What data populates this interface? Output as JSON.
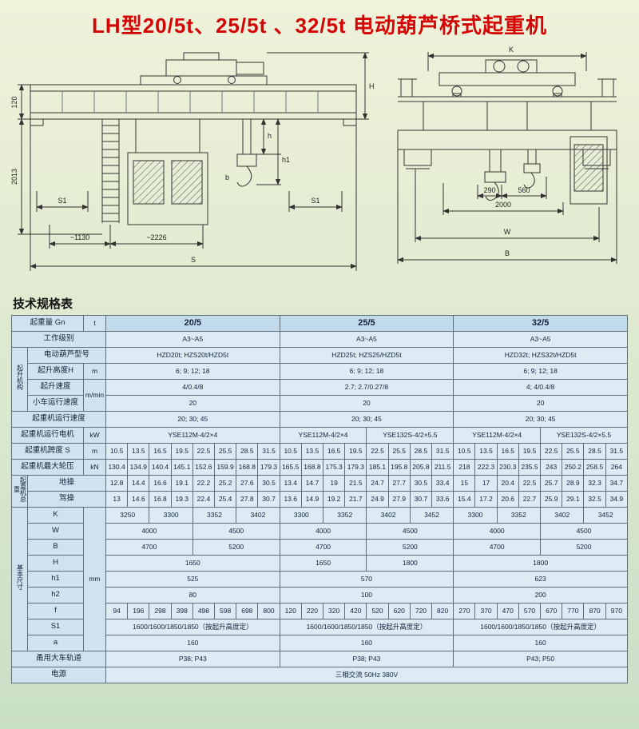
{
  "title": "LH型20/5t、25/5t 、32/5t 电动葫芦桥式起重机",
  "drawings": {
    "left": {
      "d120": "120",
      "d2013": "2013",
      "s1_left": "S1",
      "s1_right": "S1",
      "h": "h",
      "h1": "h1",
      "b": "b",
      "d1130": "~1130",
      "d2226": "~2226",
      "span": "S",
      "height": "H"
    },
    "right": {
      "k": "K",
      "d290": "290",
      "d560": "560",
      "d2000": "2000",
      "w": "W",
      "b": "B"
    }
  },
  "table": {
    "heading": "技术规格表",
    "rows": [
      [
        {
          "t": "起重量 Gn",
          "c": 2,
          "k": "l"
        },
        {
          "t": "t",
          "k": "u"
        },
        {
          "t": "20/5",
          "c": 8,
          "k": "h"
        },
        {
          "t": "25/5",
          "c": 8,
          "k": "h"
        },
        {
          "t": "32/5",
          "c": 8,
          "k": "h"
        }
      ],
      [
        {
          "t": "工作级别",
          "c": 3,
          "k": "l"
        },
        {
          "t": "A3~A5",
          "c": 8
        },
        {
          "t": "A3~A5",
          "c": 8
        },
        {
          "t": "A3~A5",
          "c": 8
        }
      ],
      [
        {
          "t": "起升机构",
          "r": 4,
          "k": "g"
        },
        {
          "t": "电动葫芦型号",
          "c": 2,
          "k": "l"
        },
        {
          "t": "HZD20t; HZS20t/HZD5t",
          "c": 8
        },
        {
          "t": "HZD25t; HZS25/HZD5t",
          "c": 8
        },
        {
          "t": "HZD32t; HZS32t/HZD5t",
          "c": 8
        }
      ],
      [
        {
          "t": "起升高度H",
          "k": "l"
        },
        {
          "t": "m",
          "k": "u"
        },
        {
          "t": "6; 9; 12; 18",
          "c": 8
        },
        {
          "t": "6; 9; 12; 18",
          "c": 8
        },
        {
          "t": "6; 9; 12; 18",
          "c": 8
        }
      ],
      [
        {
          "t": "起升速度",
          "k": "l"
        },
        {
          "t": "m/min",
          "r": 2,
          "k": "u"
        },
        {
          "t": "4/0.4/8",
          "c": 8
        },
        {
          "t": "2.7; 2.7/0.27/8",
          "c": 8
        },
        {
          "t": "4; 4/0.4/8",
          "c": 8
        }
      ],
      [
        {
          "t": "小车运行速度",
          "k": "l"
        },
        {
          "t": "20",
          "c": 8
        },
        {
          "t": "20",
          "c": 8
        },
        {
          "t": "20",
          "c": 8
        }
      ],
      [
        {
          "t": "起重机运行速度",
          "c": 3,
          "k": "l"
        },
        {
          "t": "20; 30; 45",
          "c": 8
        },
        {
          "t": "20; 30; 45",
          "c": 8
        },
        {
          "t": "20; 30; 45",
          "c": 8
        }
      ],
      [
        {
          "t": "起重机运行电机",
          "c": 2,
          "k": "l"
        },
        {
          "t": "kW",
          "k": "u"
        },
        {
          "t": "YSE112M-4/2×4",
          "c": 8
        },
        {
          "t": "YSE112M-4/2×4",
          "c": 4
        },
        {
          "t": "YSE132S-4/2×5.5",
          "c": 4
        },
        {
          "t": "YSE112M-4/2×4",
          "c": 4
        },
        {
          "t": "YSE132S-4/2×5.5",
          "c": 4
        }
      ],
      [
        {
          "t": "起重机跨度 S",
          "c": 2,
          "k": "l"
        },
        {
          "t": "m",
          "k": "u"
        },
        {
          "t": "10.5"
        },
        {
          "t": "13.5"
        },
        {
          "t": "16.5"
        },
        {
          "t": "19.5"
        },
        {
          "t": "22.5"
        },
        {
          "t": "25.5"
        },
        {
          "t": "28.5"
        },
        {
          "t": "31.5"
        },
        {
          "t": "10.5"
        },
        {
          "t": "13.5"
        },
        {
          "t": "16.5"
        },
        {
          "t": "19.5"
        },
        {
          "t": "22.5"
        },
        {
          "t": "25.5"
        },
        {
          "t": "28.5"
        },
        {
          "t": "31.5"
        },
        {
          "t": "10.5"
        },
        {
          "t": "13.5"
        },
        {
          "t": "16.5"
        },
        {
          "t": "19.5"
        },
        {
          "t": "22.5"
        },
        {
          "t": "25.5"
        },
        {
          "t": "28.5"
        },
        {
          "t": "31.5"
        }
      ],
      [
        {
          "t": "起重机最大轮压",
          "c": 2,
          "k": "l"
        },
        {
          "t": "kN",
          "k": "u"
        },
        {
          "t": "130.4"
        },
        {
          "t": "134.9"
        },
        {
          "t": "140.4"
        },
        {
          "t": "145.1"
        },
        {
          "t": "152.6"
        },
        {
          "t": "159.9"
        },
        {
          "t": "168.8"
        },
        {
          "t": "179.3"
        },
        {
          "t": "165.5"
        },
        {
          "t": "168.8"
        },
        {
          "t": "175.3"
        },
        {
          "t": "179.3"
        },
        {
          "t": "185.1"
        },
        {
          "t": "195.8"
        },
        {
          "t": "205.8"
        },
        {
          "t": "211.5"
        },
        {
          "t": "218"
        },
        {
          "t": "222.3"
        },
        {
          "t": "230.3"
        },
        {
          "t": "235.5"
        },
        {
          "t": "243"
        },
        {
          "t": "250.2"
        },
        {
          "t": "258.5"
        },
        {
          "t": "264"
        }
      ],
      [
        {
          "t": "起重机总重",
          "r": 2,
          "k": "g"
        },
        {
          "t": "地操",
          "c": 2,
          "k": "l"
        },
        {
          "t": "12.8"
        },
        {
          "t": "14.4"
        },
        {
          "t": "16.6"
        },
        {
          "t": "19.1"
        },
        {
          "t": "22.2"
        },
        {
          "t": "25.2"
        },
        {
          "t": "27.6"
        },
        {
          "t": "30.5"
        },
        {
          "t": "13.4"
        },
        {
          "t": "14.7"
        },
        {
          "t": "19"
        },
        {
          "t": "21.5"
        },
        {
          "t": "24.7"
        },
        {
          "t": "27.7"
        },
        {
          "t": "30.5"
        },
        {
          "t": "33.4"
        },
        {
          "t": "15"
        },
        {
          "t": "17"
        },
        {
          "t": "20.4"
        },
        {
          "t": "22.5"
        },
        {
          "t": "25.7"
        },
        {
          "t": "28.9"
        },
        {
          "t": "32.3"
        },
        {
          "t": "34.7"
        }
      ],
      [
        {
          "t": "驾操",
          "c": 2,
          "k": "l"
        },
        {
          "t": "13"
        },
        {
          "t": "14.6"
        },
        {
          "t": "16.8"
        },
        {
          "t": "19.3"
        },
        {
          "t": "22.4"
        },
        {
          "t": "25.4"
        },
        {
          "t": "27.8"
        },
        {
          "t": "30.7"
        },
        {
          "t": "13.6"
        },
        {
          "t": "14.9"
        },
        {
          "t": "19.2"
        },
        {
          "t": "21.7"
        },
        {
          "t": "24.9"
        },
        {
          "t": "27.9"
        },
        {
          "t": "30.7"
        },
        {
          "t": "33.6"
        },
        {
          "t": "15.4"
        },
        {
          "t": "17.2"
        },
        {
          "t": "20.6"
        },
        {
          "t": "22.7"
        },
        {
          "t": "25.9"
        },
        {
          "t": "29.1"
        },
        {
          "t": "32.5"
        },
        {
          "t": "34.9"
        }
      ],
      [
        {
          "t": "基本尺寸",
          "r": 9,
          "k": "g"
        },
        {
          "t": "K",
          "k": "l"
        },
        {
          "t": "mm",
          "r": 9,
          "k": "u"
        },
        {
          "t": "3250",
          "c": 2
        },
        {
          "t": "3300",
          "c": 2
        },
        {
          "t": "3352",
          "c": 2
        },
        {
          "t": "3402",
          "c": 2
        },
        {
          "t": "3300",
          "c": 2
        },
        {
          "t": "3352",
          "c": 2
        },
        {
          "t": "3402",
          "c": 2
        },
        {
          "t": "3452",
          "c": 2
        },
        {
          "t": "3300",
          "c": 2
        },
        {
          "t": "3352",
          "c": 2
        },
        {
          "t": "3402",
          "c": 2
        },
        {
          "t": "3452",
          "c": 2
        }
      ],
      [
        {
          "t": "W",
          "k": "l"
        },
        {
          "t": "4000",
          "c": 4
        },
        {
          "t": "4500",
          "c": 4
        },
        {
          "t": "4000",
          "c": 4
        },
        {
          "t": "4500",
          "c": 4
        },
        {
          "t": "4000",
          "c": 4
        },
        {
          "t": "4500",
          "c": 4
        }
      ],
      [
        {
          "t": "B",
          "k": "l"
        },
        {
          "t": "4700",
          "c": 4
        },
        {
          "t": "5200",
          "c": 4
        },
        {
          "t": "4700",
          "c": 4
        },
        {
          "t": "5200",
          "c": 4
        },
        {
          "t": "4700",
          "c": 4
        },
        {
          "t": "5200",
          "c": 4
        }
      ],
      [
        {
          "t": "H",
          "k": "l"
        },
        {
          "t": "1650",
          "c": 8
        },
        {
          "t": "1650",
          "c": 4
        },
        {
          "t": "1800",
          "c": 4
        },
        {
          "t": "1800",
          "c": 8
        }
      ],
      [
        {
          "t": "h1",
          "k": "l"
        },
        {
          "t": "525",
          "c": 8
        },
        {
          "t": "570",
          "c": 8
        },
        {
          "t": "623",
          "c": 8
        }
      ],
      [
        {
          "t": "h2",
          "k": "l"
        },
        {
          "t": "80",
          "c": 8
        },
        {
          "t": "100",
          "c": 8
        },
        {
          "t": "200",
          "c": 8
        }
      ],
      [
        {
          "t": "f",
          "k": "l"
        },
        {
          "t": "94"
        },
        {
          "t": "196"
        },
        {
          "t": "298"
        },
        {
          "t": "398"
        },
        {
          "t": "498"
        },
        {
          "t": "598"
        },
        {
          "t": "698"
        },
        {
          "t": "800"
        },
        {
          "t": "120"
        },
        {
          "t": "220"
        },
        {
          "t": "320"
        },
        {
          "t": "420"
        },
        {
          "t": "520"
        },
        {
          "t": "620"
        },
        {
          "t": "720"
        },
        {
          "t": "820"
        },
        {
          "t": "270"
        },
        {
          "t": "370"
        },
        {
          "t": "470"
        },
        {
          "t": "570"
        },
        {
          "t": "670"
        },
        {
          "t": "770"
        },
        {
          "t": "870"
        },
        {
          "t": "970"
        }
      ],
      [
        {
          "t": "S1",
          "k": "l"
        },
        {
          "t": "1600/1600/1850/1850（按起升高度定）",
          "c": 8
        },
        {
          "t": "1600/1600/1850/1850（按起升高度定）",
          "c": 8
        },
        {
          "t": "1600/1600/1850/1850（按起升高度定）",
          "c": 8
        }
      ],
      [
        {
          "t": "a",
          "k": "l"
        },
        {
          "t": "160",
          "c": 8
        },
        {
          "t": "160",
          "c": 8
        },
        {
          "t": "160",
          "c": 8
        }
      ],
      [
        {
          "t": "甬用大车轨道",
          "c": 3,
          "k": "l"
        },
        {
          "t": "P38; P43",
          "c": 8
        },
        {
          "t": "P38; P43",
          "c": 8
        },
        {
          "t": "P43; P50",
          "c": 8
        }
      ],
      [
        {
          "t": "电源",
          "c": 3,
          "k": "l"
        },
        {
          "t": "三相交流 50Hz 380V",
          "c": 24
        }
      ]
    ]
  }
}
